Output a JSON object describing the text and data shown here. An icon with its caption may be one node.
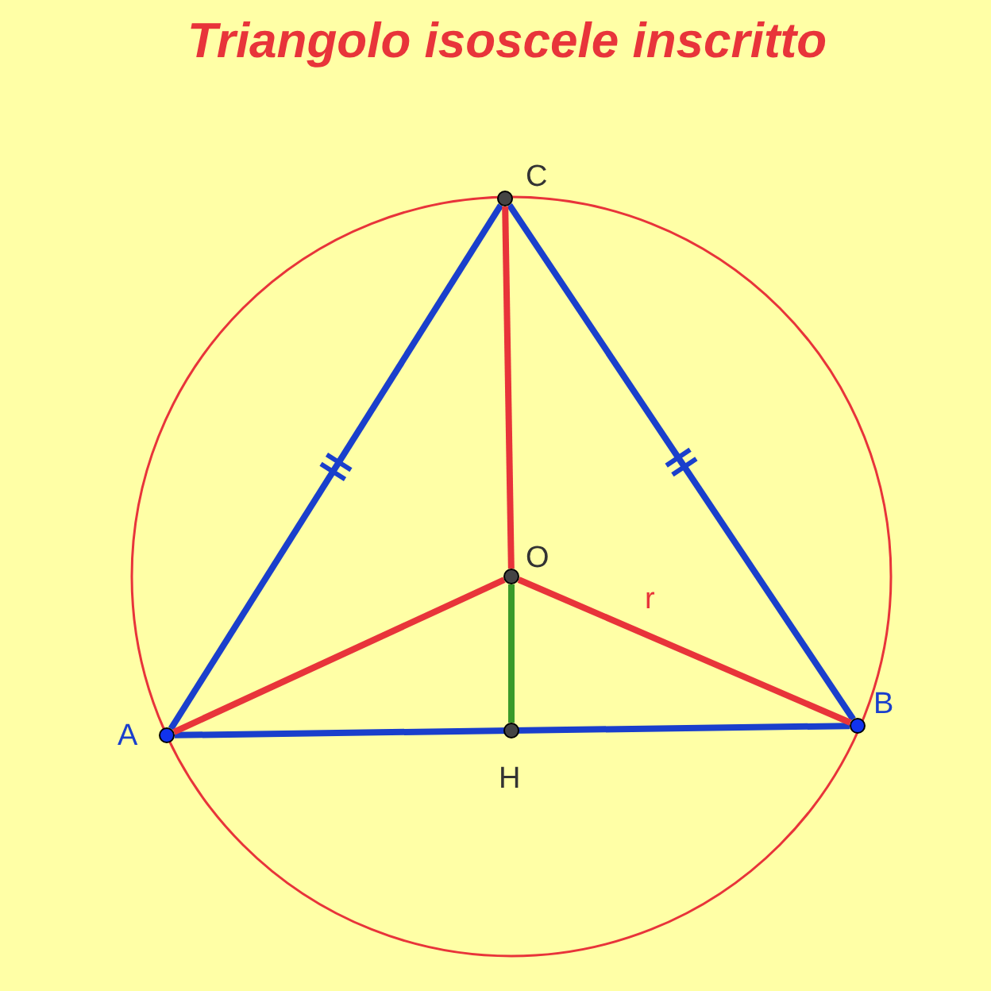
{
  "diagram": {
    "title": "Triangolo isoscele inscritto",
    "nodes": [
      {
        "text": [
          "C"
        ]
      },
      {
        "text": [
          "O"
        ]
      },
      {
        "text": [
          "B"
        ]
      },
      {
        "text": [
          "A"
        ]
      },
      {
        "text": [
          "H"
        ]
      }
    ],
    "edges": [
      {
        "from": 0,
        "to": 3,
        "arrow": "none",
        "color": "#1a3fcc"
      },
      {
        "from": 0,
        "to": 2,
        "arrow": "none",
        "color": "#1a3fcc"
      },
      {
        "from": 3,
        "to": 2,
        "arrow": "none",
        "color": "#1a3fcc"
      },
      {
        "from": 1,
        "to": 0,
        "arrow": "none",
        "color": "#e8343a"
      },
      {
        "from": 1,
        "to": 3,
        "arrow": "none",
        "color": "#e8343a"
      },
      {
        "from": 1,
        "to": 2,
        "arrow": "none",
        "color": "#e8343a",
        "label": "r"
      },
      {
        "from": 1,
        "to": 4,
        "arrow": "none",
        "color": "#3a9a2a"
      }
    ]
  }
}
